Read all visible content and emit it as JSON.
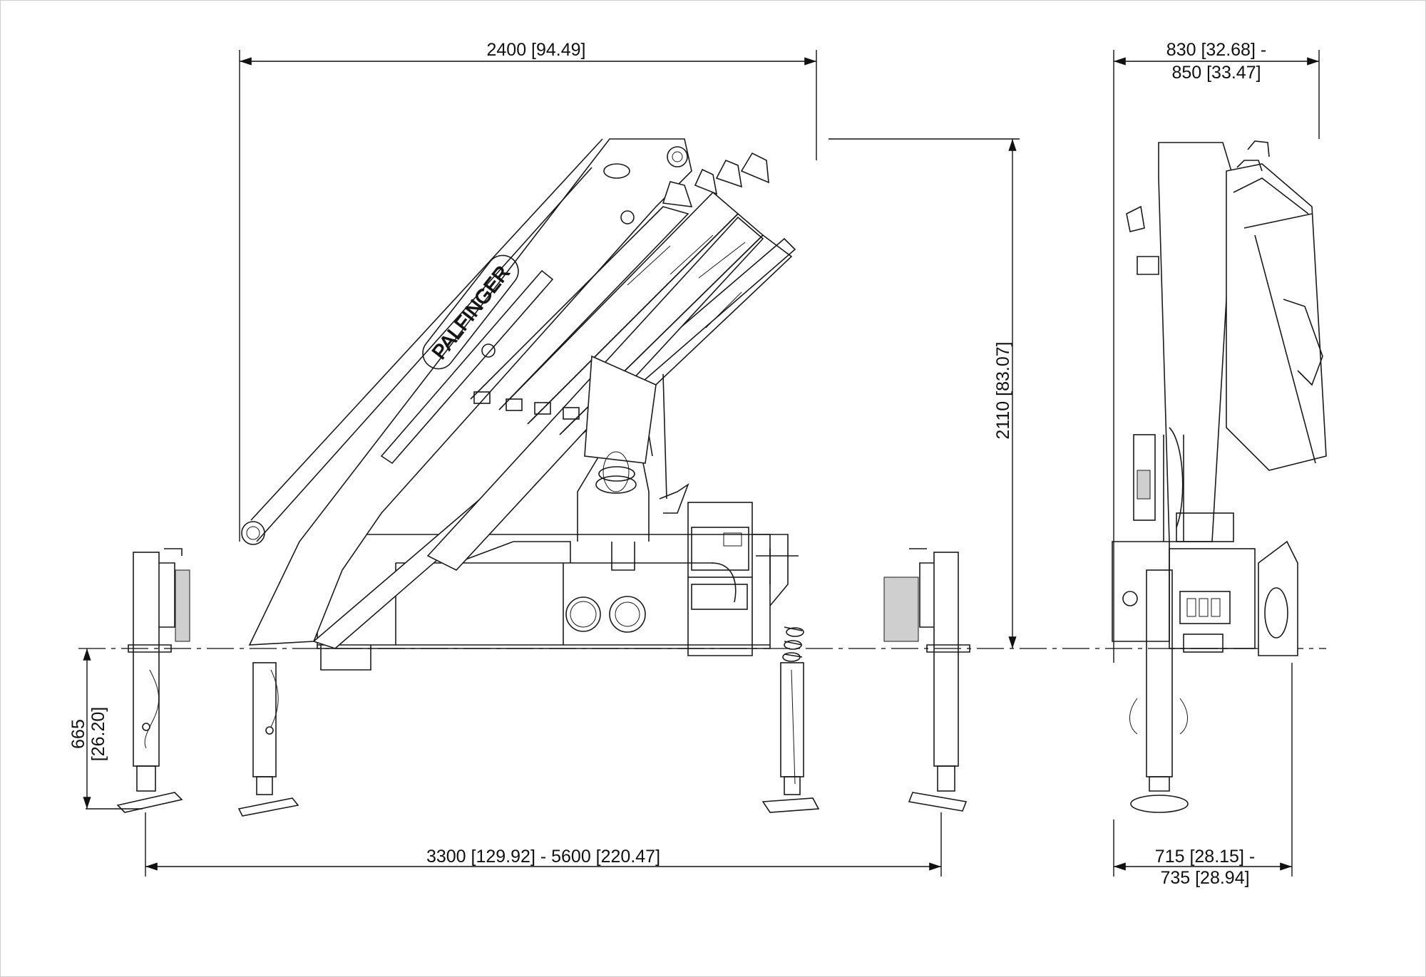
{
  "brand": "PALFINGER",
  "dimensions": {
    "boom_length": "2400   [94.49]",
    "height": "2110   [83.07]",
    "below_ground": {
      "mm": "665",
      "in": "[26.20]"
    },
    "outrigger_span": "3300   [129.92] - 5600  [220.47]",
    "width_top_1": "830  [32.68] -",
    "width_top_2": "850   [33.47]",
    "width_bottom_1": "715  [28.15] -",
    "width_bottom_2": "735   [28.94]"
  },
  "colors": {
    "line": "#1a1a1a",
    "background": "#ffffff",
    "housing_fill": "#cfcfcf"
  }
}
